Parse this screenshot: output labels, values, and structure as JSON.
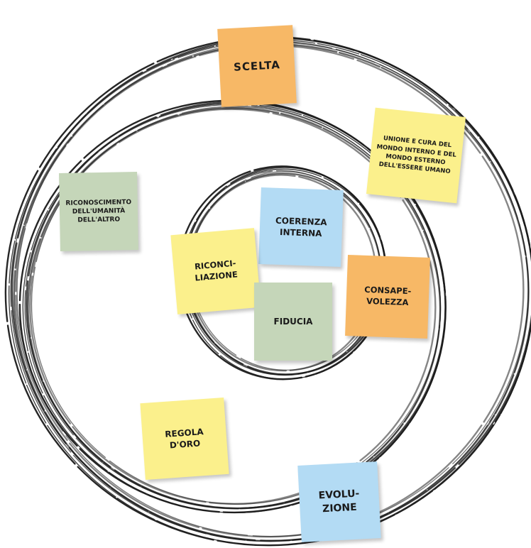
{
  "notes": {
    "scelta": "SCELTA",
    "unione": "UNIONE E CURA DEL MONDO INTERNO E DEL MONDO ESTERNO DELL'ESSERE UMANO",
    "riconoscimento": "RICONOSCIMENTO DELL'UMANITÀ DELL'ALTRO",
    "coerenza": "COERENZA INTERNA",
    "riconciliazione": "RICONCI- LIAZIONE",
    "consapevolezza": "CONSAPE- VOLEZZA",
    "fiducia": "FIDUCIA",
    "regola": "REGOLA D'ORO",
    "evoluzione": "EVOLU- ZIONE"
  },
  "colors": {
    "orange": "#f7b866",
    "yellow": "#fbf08c",
    "green": "#c5d6b9",
    "blue": "#b3dbf4",
    "stroke": "#1a1a1a"
  }
}
